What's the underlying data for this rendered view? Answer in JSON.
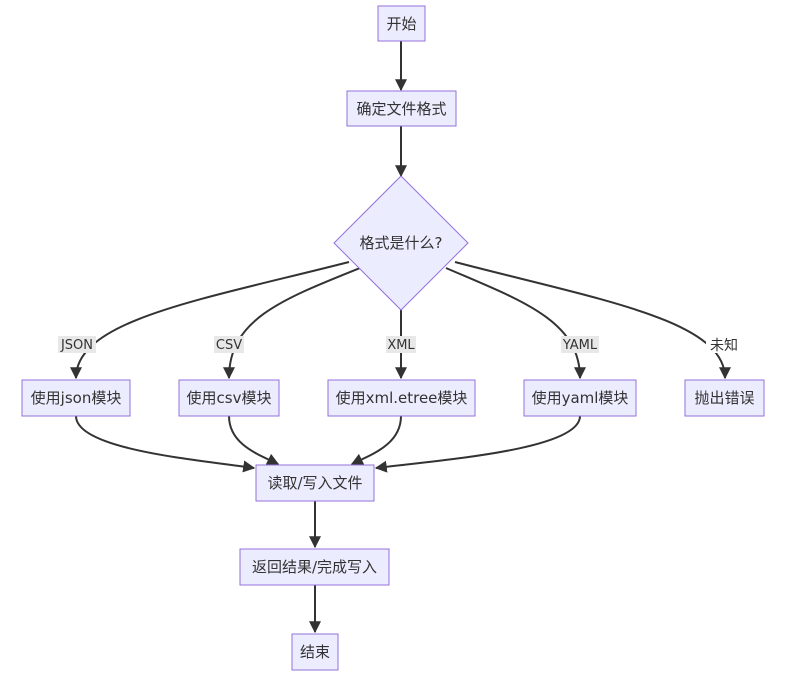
{
  "nodes": {
    "start": "开始",
    "determine_format": "确定文件格式",
    "format_decision": "格式是什么?",
    "use_json": "使用json模块",
    "use_csv": "使用csv模块",
    "use_xml": "使用xml.etree模块",
    "use_yaml": "使用yaml模块",
    "throw_error": "抛出错误",
    "read_write": "读取/写入文件",
    "return_result": "返回结果/完成写入",
    "end": "结束"
  },
  "edge_labels": {
    "json": "JSON",
    "csv": "CSV",
    "xml": "XML",
    "yaml": "YAML",
    "unknown": "未知"
  },
  "colors": {
    "node_fill": "#ECECFF",
    "node_stroke": "#9370DB",
    "edge": "#333333",
    "label_bg": "#e8e8e8"
  }
}
